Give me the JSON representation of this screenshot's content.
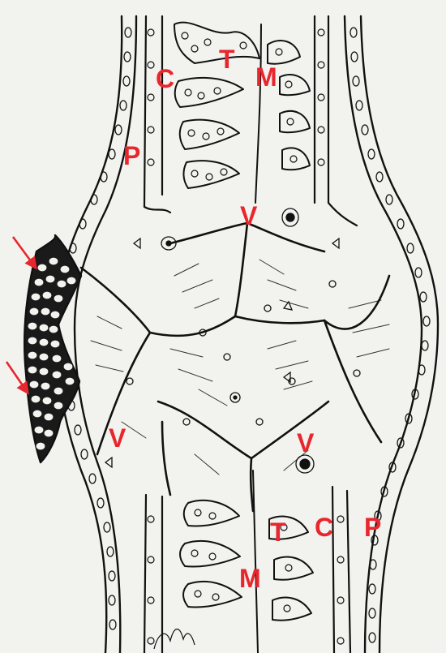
{
  "figure": {
    "labels": {
      "top_c": "C",
      "top_t": "T",
      "top_m": "M",
      "top_p": "P",
      "top_v": "V",
      "left_v": "V",
      "right_v": "V",
      "bottom_t": "T",
      "bottom_c": "C",
      "bottom_p": "P",
      "bottom_m": "M"
    },
    "arrow_count": 2,
    "colors": {
      "background": "#f2f2ee",
      "ink": "#111111",
      "label": "#e8262d",
      "arrow": "#e8262d"
    }
  }
}
